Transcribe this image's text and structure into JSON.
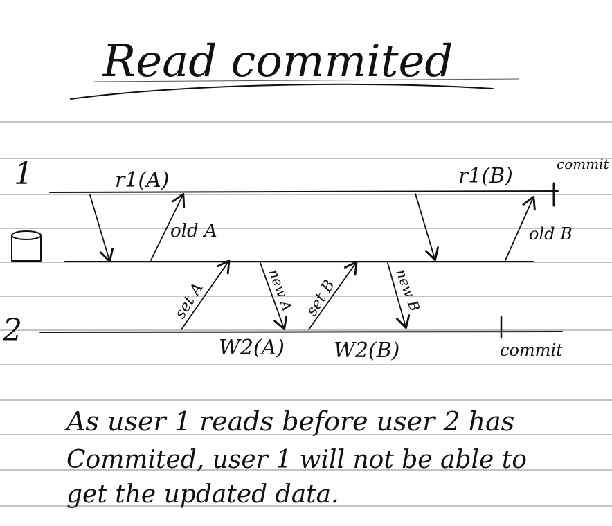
{
  "title": "Read commited",
  "lanes": {
    "user1": "1",
    "user2": "2",
    "database_icon": "cylinder-icon"
  },
  "user1_ops": {
    "read_a": "r1(A)",
    "read_b": "r1(B)",
    "commit": "commit"
  },
  "user2_ops": {
    "write_a": "W2(A)",
    "write_b": "W2(B)",
    "commit": "commit"
  },
  "arrows": {
    "old_a": "old A",
    "old_b": "old B",
    "set_a": "set A",
    "new_a": "new A",
    "set_b": "set B",
    "new_b": "new B"
  },
  "note": {
    "line1": "As user 1 reads before user 2 has",
    "line2": "Commited, user 1 will not be able to",
    "line3": "get the updated data."
  },
  "colors": {
    "ink": "#111111",
    "ruled_line": "#8a8a8a",
    "paper": "#ffffff"
  }
}
